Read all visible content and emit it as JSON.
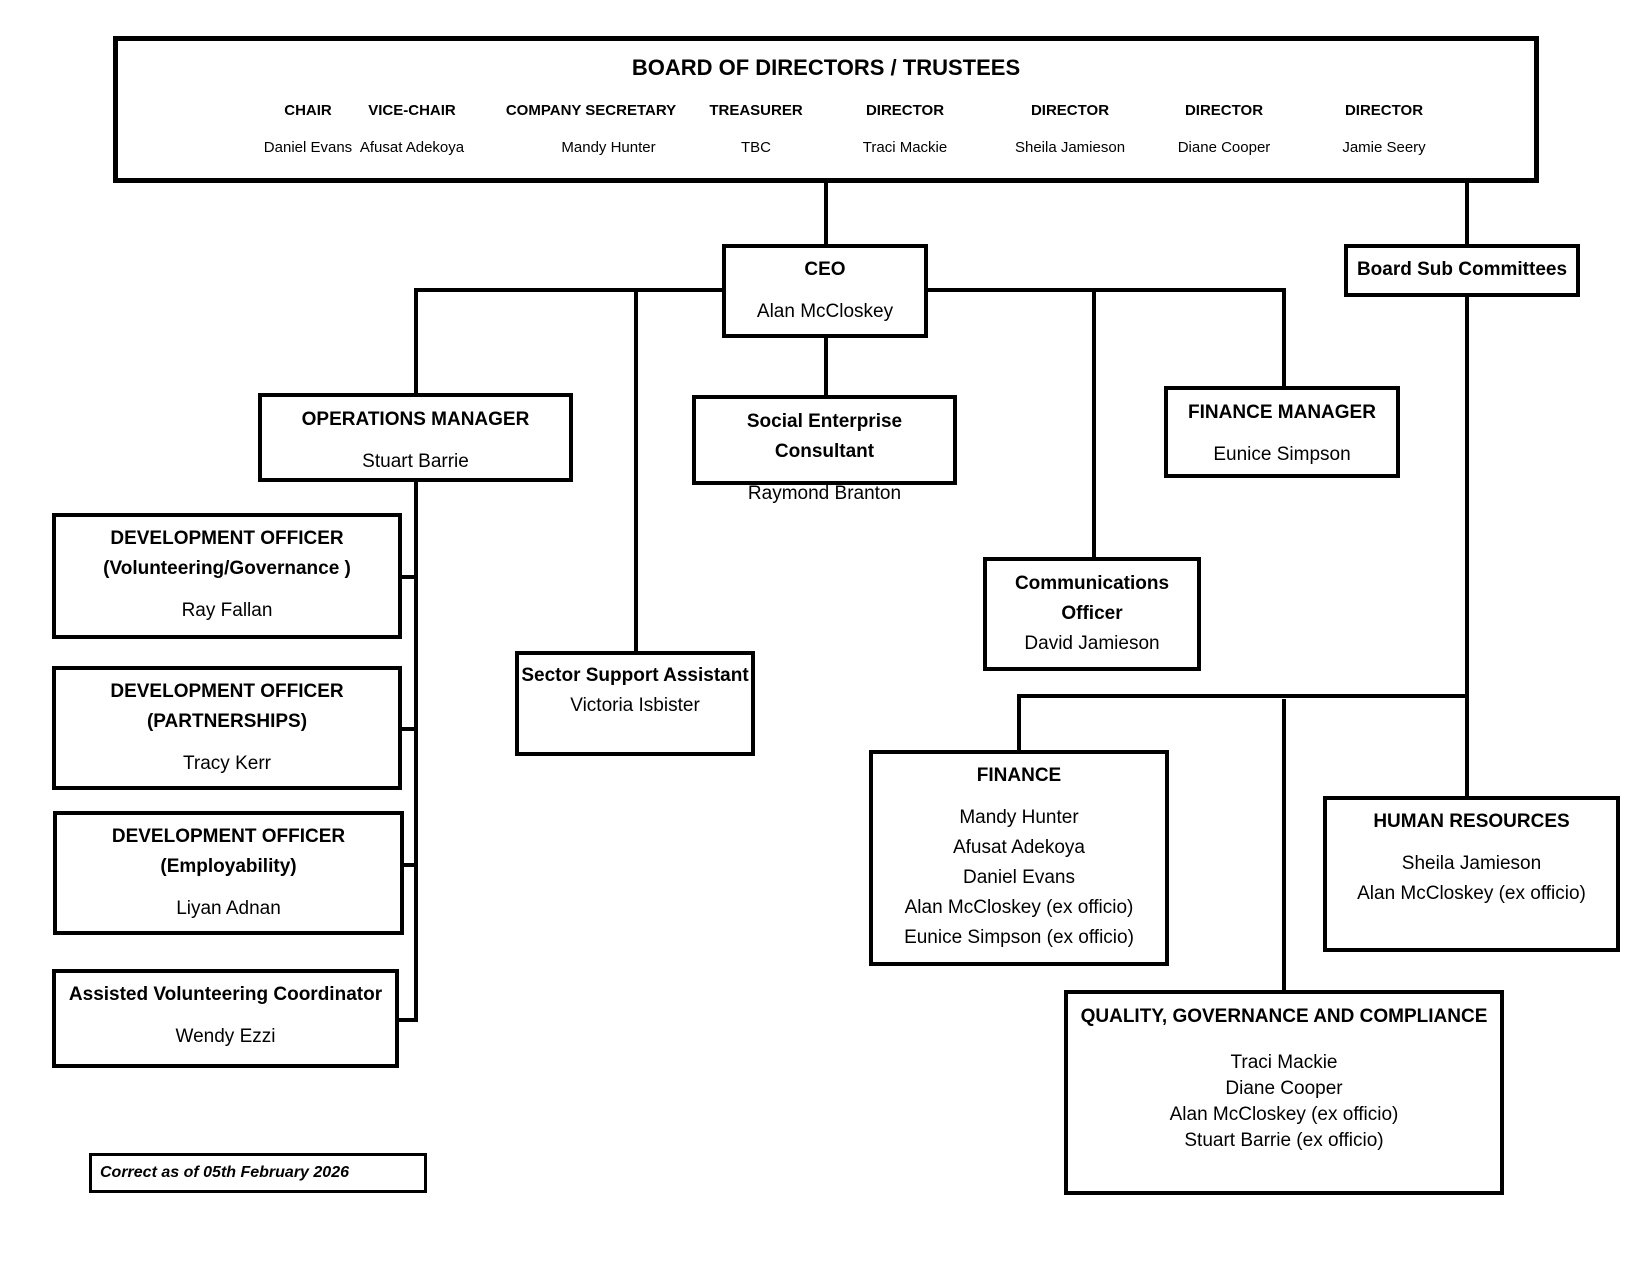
{
  "board": {
    "title": "BOARD OF DIRECTORS / TRUSTEES",
    "roles": [
      {
        "title": "CHAIR",
        "name": "Daniel Evans"
      },
      {
        "title": "VICE-CHAIR",
        "name": "Afusat Adekoya"
      },
      {
        "title": "COMPANY SECRETARY",
        "name": "Mandy Hunter"
      },
      {
        "title": "TREASURER",
        "name": "TBC"
      },
      {
        "title": "DIRECTOR",
        "name": "Traci Mackie"
      },
      {
        "title": "DIRECTOR",
        "name": "Sheila Jamieson"
      },
      {
        "title": "DIRECTOR",
        "name": "Diane Cooper"
      },
      {
        "title": "DIRECTOR",
        "name": "Jamie Seery"
      }
    ]
  },
  "ceo": {
    "title": "CEO",
    "name": "Alan McCloskey"
  },
  "subcommittees": {
    "title": "Board Sub Committees"
  },
  "operations_manager": {
    "title": "OPERATIONS MANAGER",
    "name": "Stuart Barrie"
  },
  "social_enterprise": {
    "title": "Social Enterprise Consultant",
    "name": "Raymond Branton"
  },
  "finance_manager": {
    "title": "FINANCE MANAGER",
    "name": "Eunice Simpson"
  },
  "communications": {
    "title_line1": "Communications",
    "title_line2": "Officer",
    "name": "David Jamieson"
  },
  "sector_support": {
    "title": "Sector Support Assistant",
    "name": "Victoria Isbister"
  },
  "dev_volunteering": {
    "title_line1": "DEVELOPMENT OFFICER",
    "title_line2": "(Volunteering/Governance )",
    "name": "Ray Fallan"
  },
  "dev_partnerships": {
    "title_line1": "DEVELOPMENT OFFICER",
    "title_line2": "(PARTNERSHIPS)",
    "name": "Tracy Kerr"
  },
  "dev_employability": {
    "title_line1": "DEVELOPMENT OFFICER",
    "title_line2": "(Employability)",
    "name": "Liyan Adnan"
  },
  "assisted_volunteering": {
    "title": "Assisted Volunteering Coordinator",
    "name": "Wendy Ezzi"
  },
  "finance_committee": {
    "title": "FINANCE",
    "members": [
      "Mandy Hunter",
      "Afusat Adekoya",
      "Daniel Evans",
      "Alan McCloskey (ex officio)",
      "Eunice Simpson (ex officio)"
    ]
  },
  "hr_committee": {
    "title": "HUMAN RESOURCES",
    "members": [
      "Sheila Jamieson",
      "Alan McCloskey (ex officio)"
    ]
  },
  "qgc_committee": {
    "title": "QUALITY, GOVERNANCE AND COMPLIANCE",
    "members": [
      "Traci Mackie",
      "Diane Cooper",
      "Alan McCloskey (ex officio)",
      "Stuart Barrie (ex officio)"
    ]
  },
  "footer": {
    "date_note": "Correct as of 05th February 2026"
  }
}
